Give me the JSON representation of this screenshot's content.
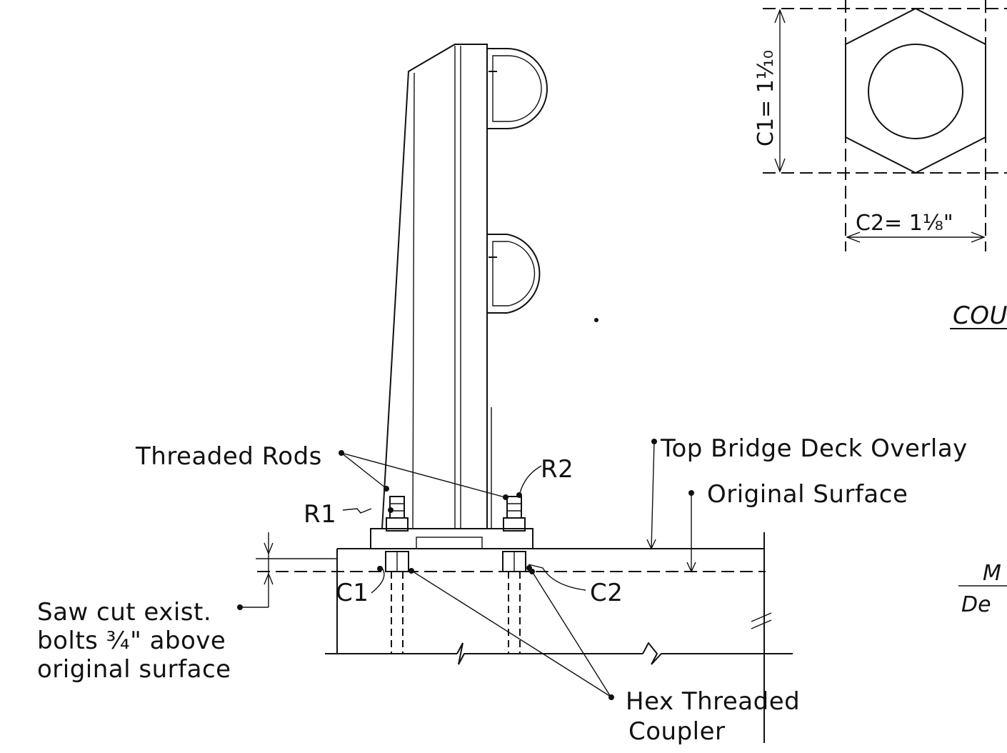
{
  "labels": {
    "threaded_rods": "Threaded Rods",
    "r1": "R1",
    "r2": "R2",
    "top_overlay": "Top Bridge Deck Overlay",
    "original_surface": "Original Surface",
    "c1": "C1",
    "c2": "C2",
    "saw_cut_line1": "Saw cut exist.",
    "saw_cut_line2": "bolts ¾\" above",
    "saw_cut_line3": "original surface",
    "hex_coupler_line1": "Hex Threaded",
    "hex_coupler_line2": "Coupler"
  },
  "coupler_detail": {
    "c1_dim": "C1= 1¹⁄₁₀",
    "c2_dim": "C2= 1⅛\"",
    "title_fragment": "COU"
  },
  "right_fragment": {
    "line1": "M",
    "line2": "De"
  }
}
